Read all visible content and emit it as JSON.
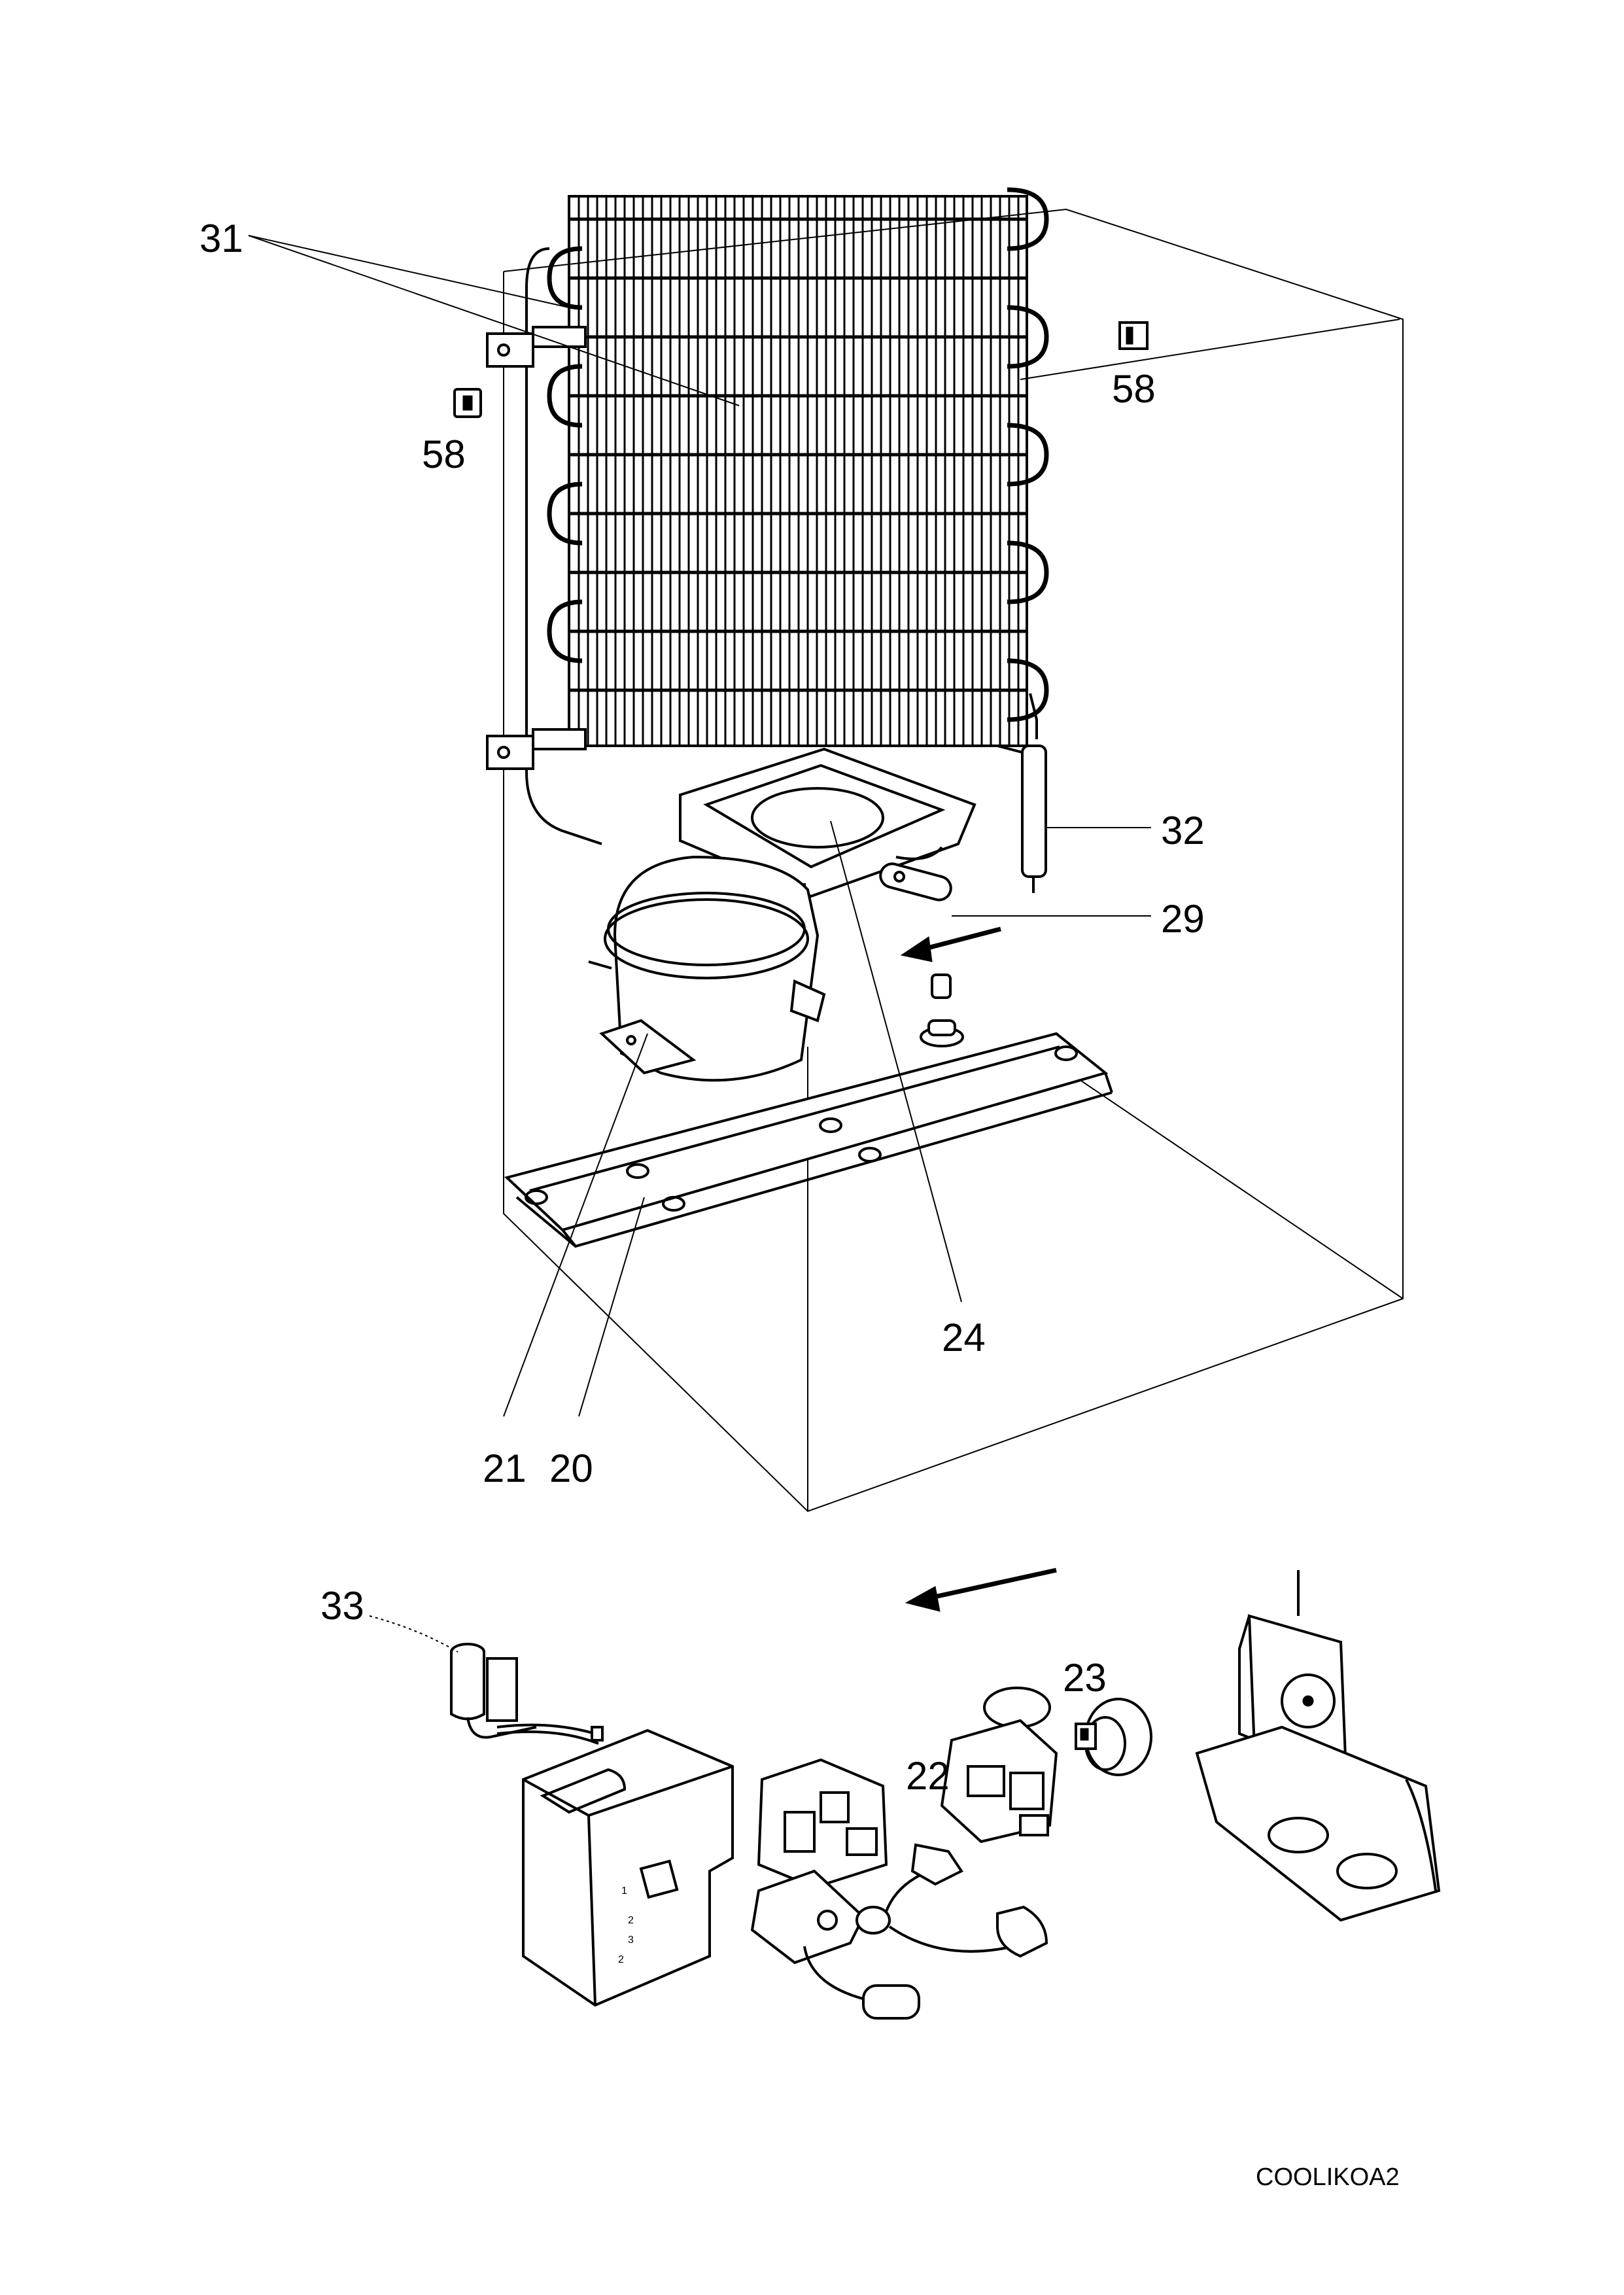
{
  "callouts": {
    "c31": "31",
    "c58a": "58",
    "c58b": "58",
    "c32": "32",
    "c29": "29",
    "c24": "24",
    "c21": "21",
    "c20": "20",
    "c33": "33",
    "c23": "23",
    "c22": "22"
  },
  "footer": {
    "drawing_code": "COOLIKOA2"
  },
  "colors": {
    "ink": "#000000",
    "paper": "#ffffff"
  }
}
